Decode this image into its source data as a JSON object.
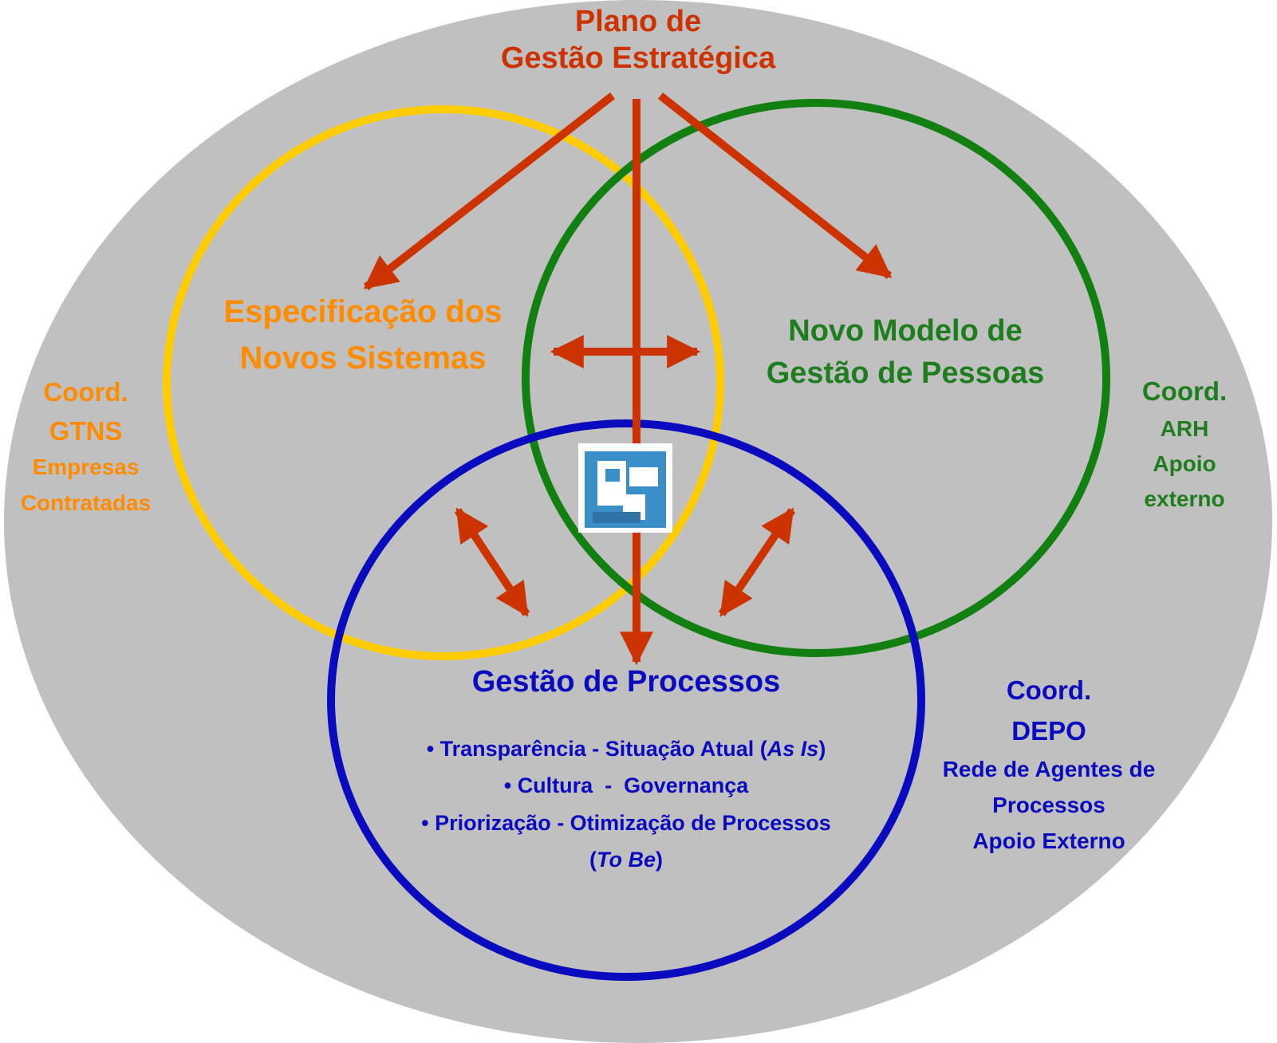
{
  "top": {
    "line1": "Plano de",
    "line2": "Gestão Estratégica"
  },
  "circles": {
    "systems": {
      "line1": "Especificação dos",
      "line2": "Novos Sistemas"
    },
    "people": {
      "line1": "Novo Modelo de",
      "line2": "Gestão de Pessoas"
    },
    "processes": {
      "title": "Gestão de Processos",
      "bullet1_pre": "• Transparência - Situação Atual (",
      "bullet1_italic": "As Is",
      "bullet1_post": ")",
      "bullet2": "• Cultura  -  Governança",
      "bullet3": "• Priorização - Otimização de Processos",
      "bullet4_pre": "(",
      "bullet4_italic": "To Be",
      "bullet4_post": ")"
    }
  },
  "coords": {
    "left": {
      "line1": "Coord.",
      "line2": "GTNS",
      "line3": "Empresas",
      "line4": "Contratadas"
    },
    "right": {
      "line1": "Coord.",
      "line2": "ARH",
      "line3": "Apoio",
      "line4": "externo"
    },
    "bottom": {
      "line1": "Coord.",
      "line2": "DEPO",
      "line3": "Rede de Agentes de",
      "line4": "Processos",
      "line5": "Apoio Externo"
    }
  },
  "colors": {
    "background_ellipse": "#C0C0C0",
    "systems_circle": "#FFCC00",
    "people_circle": "#118011",
    "processes_circle": "#0A0ABE",
    "arrows": "#CC3300"
  },
  "icons": {
    "center_logo": "logo-icon"
  }
}
